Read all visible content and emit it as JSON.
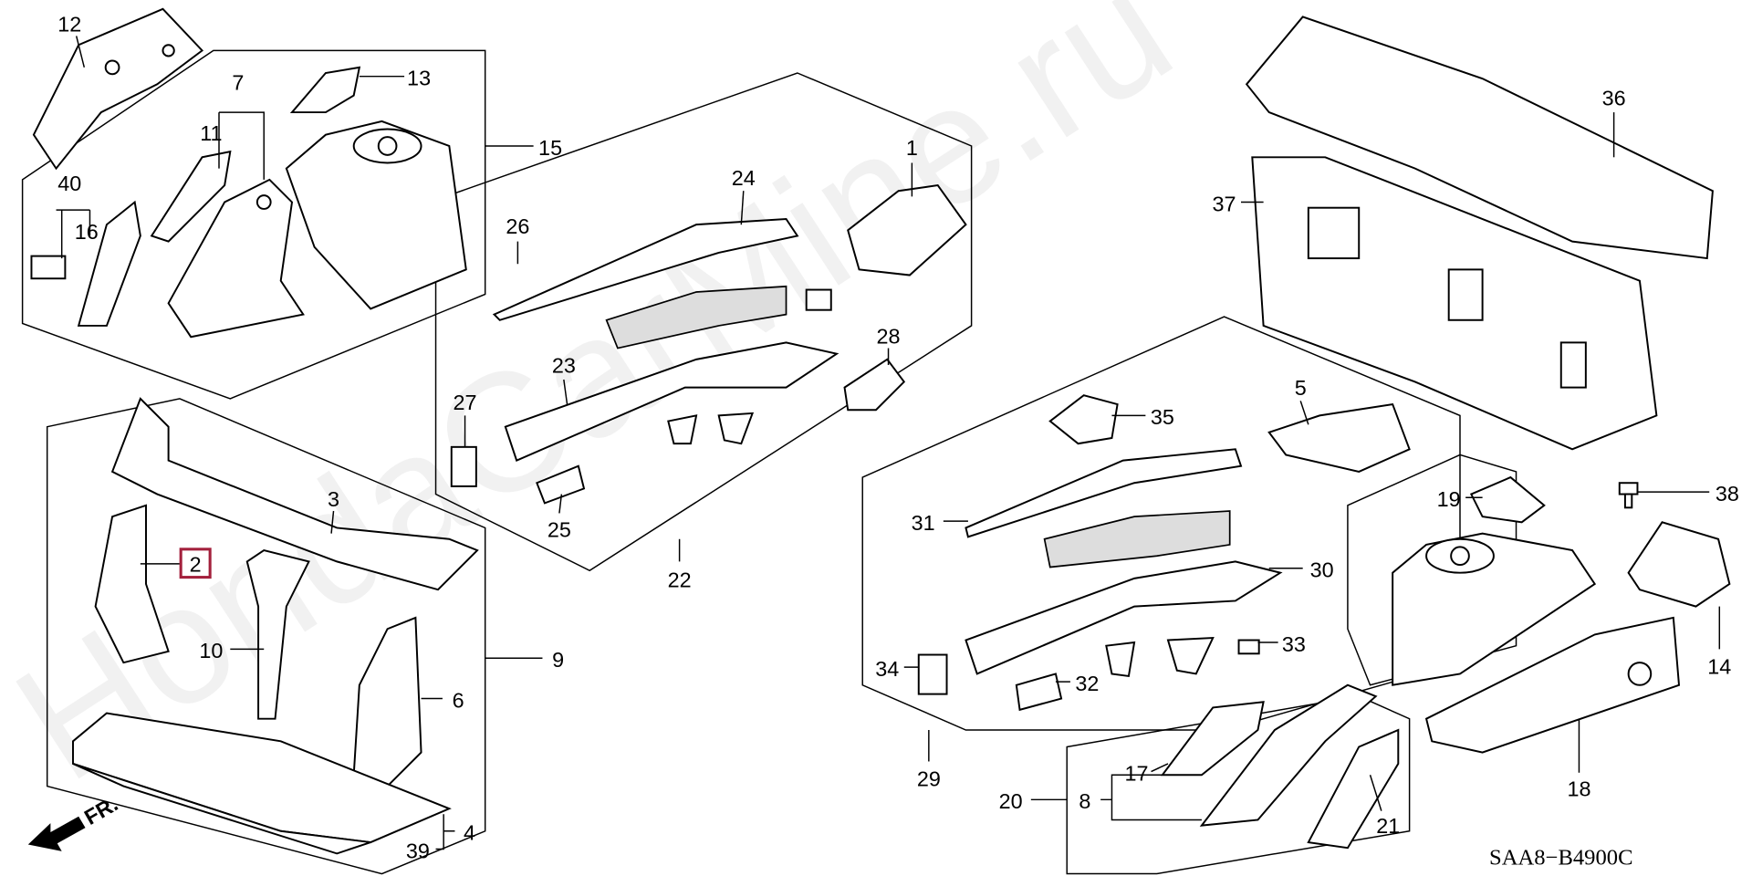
{
  "diagram_code": "SAA8−B4900C",
  "front_indicator": "FR.",
  "highlight_color": "#a3203c",
  "highlighted_part": "2",
  "watermark": "HondaCarMine.ru",
  "callouts": [
    "1",
    "2",
    "3",
    "4",
    "5",
    "6",
    "7",
    "8",
    "9",
    "10",
    "11",
    "12",
    "13",
    "14",
    "15",
    "16",
    "17",
    "18",
    "19",
    "20",
    "21",
    "22",
    "23",
    "24",
    "25",
    "26",
    "27",
    "28",
    "29",
    "30",
    "31",
    "32",
    "33",
    "34",
    "35",
    "36",
    "37",
    "38",
    "39",
    "40"
  ]
}
